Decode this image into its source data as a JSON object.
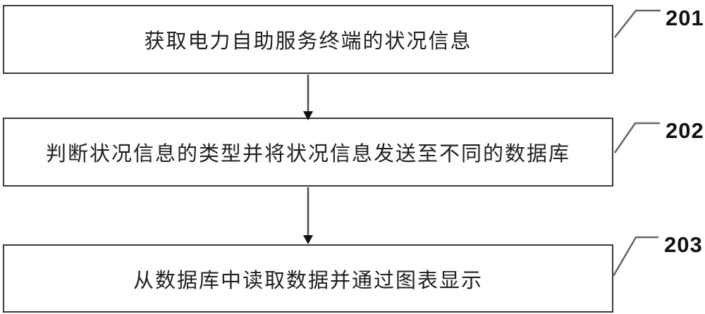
{
  "figure": {
    "type": "flowchart",
    "steps": [
      {
        "ref": "201",
        "text": "获取电力自助服务终端的状况信息"
      },
      {
        "ref": "202",
        "text": "判断状况信息的类型并将状况信息发送至不同的数据库"
      },
      {
        "ref": "203",
        "text": "从数据库中读取数据并通过图表显示"
      }
    ],
    "colors": {
      "box_border": "#3a3a3a",
      "connector": "#666666",
      "arrow_line": "#4a4a4a",
      "arrow_head": "#111111",
      "text": "#1f1f1f",
      "label_text": "#111111",
      "background": "#ffffff"
    }
  }
}
